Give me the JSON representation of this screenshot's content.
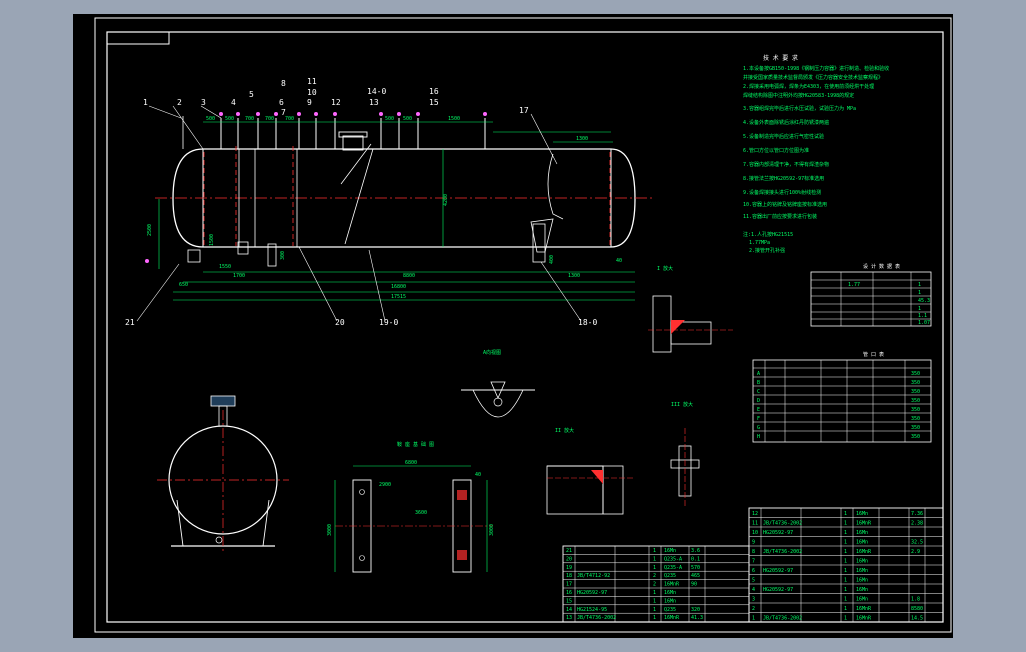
{
  "drawing": {
    "callouts_top": [
      "1",
      "2",
      "3",
      "4",
      "5",
      "6",
      "7",
      "8",
      "9",
      "10",
      "11",
      "12",
      "13",
      "14-0",
      "15",
      "16",
      "17"
    ],
    "callouts_bottom": [
      "21",
      "20",
      "19-0",
      "18-0"
    ],
    "dims_top": [
      "500",
      "500",
      "700",
      "700",
      "700",
      "500",
      "500",
      "1500",
      "1300"
    ],
    "dims_bottom": [
      "1700",
      "8800",
      "1300",
      "16800",
      "17515",
      "650",
      "1550"
    ],
    "dims_side": [
      "2500",
      "1500",
      "300",
      "4200",
      "400",
      "40"
    ]
  },
  "notes": {
    "title": "技 术 要 求",
    "lines": [
      "1.本设备按GB150-1998《钢制压力容器》进行制造、检验和验收",
      "  并接受国家质量技术监督局颁发《压力容器安全技术监察规程》",
      "2.焊接采用电弧焊，焊条为E4303，在使用前须经烘干处理",
      "  焊缝结构除图中注明外均按HG20583-1998的规定",
      "3.容器组焊完毕后进行水压试验，试验压力为 MPa",
      "4.设备外表面除锈后涂红丹防锈漆两遍",
      "5.设备制造完毕后应进行气密性试验",
      "6.管口方位以管口方位图为准",
      "7.容器内部清理干净，不得有焊渣杂物",
      "8.接管法兰按HG20592-97标准选用",
      "9.设备焊接接头进行100%射线检测",
      "10.容器上的铭牌及铭牌座按标准选用",
      "11.容器出厂前应按要求进行包装"
    ],
    "extra": [
      "注:1.人孔按HG21515",
      "1.77MPa",
      "2.接管开孔补强"
    ]
  },
  "tables": {
    "design_data_title": "设 计 数 据 表",
    "design_data_values": [
      "1.77",
      "1",
      "1",
      "45.3",
      "1",
      "1.1",
      "1.07"
    ],
    "nozzle_title": "管 口 表",
    "nozzle_marks": [
      "A",
      "B",
      "C",
      "D",
      "E",
      "F",
      "G",
      "H"
    ],
    "nozzle_values": [
      "350",
      "350",
      "350",
      "350",
      "350",
      "350",
      "350",
      "350"
    ]
  },
  "views": {
    "detail_a": "A向视图",
    "detail_b": "I 放大",
    "detail_c": "II 放大",
    "detail_d": "III 放大",
    "saddle": "鞍 座 基 础 图",
    "saddle_dims": [
      "6800",
      "2900",
      "3000",
      "3000",
      "3600",
      "40"
    ]
  },
  "bom_left": {
    "rows": [
      {
        "no": "21",
        "std": "",
        "name": "",
        "qty": "1",
        "mat": "16Mn",
        "w": "3.6"
      },
      {
        "no": "20",
        "std": "",
        "name": "",
        "qty": "1",
        "mat": "Q235-A",
        "w": "0.1"
      },
      {
        "no": "19",
        "std": "",
        "name": "",
        "qty": "1",
        "mat": "Q235-A",
        "w": "570"
      },
      {
        "no": "18",
        "std": "JB/T4712-92",
        "name": "",
        "qty": "2",
        "mat": "Q235",
        "w": "465"
      },
      {
        "no": "17",
        "std": "",
        "name": "",
        "qty": "2",
        "mat": "16MnR",
        "w": "90"
      },
      {
        "no": "16",
        "std": "HG20592-97",
        "name": "",
        "qty": "1",
        "mat": "16Mn",
        "w": ""
      },
      {
        "no": "15",
        "std": "",
        "name": "",
        "qty": "1",
        "mat": "16Mn",
        "w": ""
      },
      {
        "no": "14",
        "std": "HG21524-95",
        "name": "",
        "qty": "1",
        "mat": "Q235",
        "w": "320"
      },
      {
        "no": "13",
        "std": "JB/T4736-2002",
        "name": "",
        "qty": "1",
        "mat": "16MnR",
        "w": "41.3"
      }
    ]
  },
  "bom_right": {
    "rows": [
      {
        "no": "12",
        "std": "",
        "qty": "1",
        "mat": "16Mn",
        "w": "7.36"
      },
      {
        "no": "11",
        "std": "JB/T4736-2002",
        "qty": "1",
        "mat": "16MnR",
        "w": "2.38"
      },
      {
        "no": "10",
        "std": "HG20592-97",
        "qty": "1",
        "mat": "16Mn",
        "w": ""
      },
      {
        "no": "9",
        "std": "",
        "qty": "1",
        "mat": "16Mn",
        "w": "32.5"
      },
      {
        "no": "8",
        "std": "JB/T4736-2002",
        "qty": "1",
        "mat": "16MnR",
        "w": "2.9"
      },
      {
        "no": "7",
        "std": "",
        "qty": "1",
        "mat": "16Mn",
        "w": ""
      },
      {
        "no": "6",
        "std": "HG20592-97",
        "qty": "1",
        "mat": "16Mn",
        "w": ""
      },
      {
        "no": "5",
        "std": "",
        "qty": "1",
        "mat": "16Mn",
        "w": ""
      },
      {
        "no": "4",
        "std": "HG20592-97",
        "qty": "1",
        "mat": "16Mn",
        "w": ""
      },
      {
        "no": "3",
        "std": "",
        "qty": "1",
        "mat": "16Mn",
        "w": "1.8"
      },
      {
        "no": "2",
        "std": "",
        "qty": "1",
        "mat": "16MnR",
        "w": "8580"
      },
      {
        "no": "1",
        "std": "JB/T4736-2002",
        "qty": "1",
        "mat": "16MnR",
        "w": "14.5"
      }
    ]
  }
}
